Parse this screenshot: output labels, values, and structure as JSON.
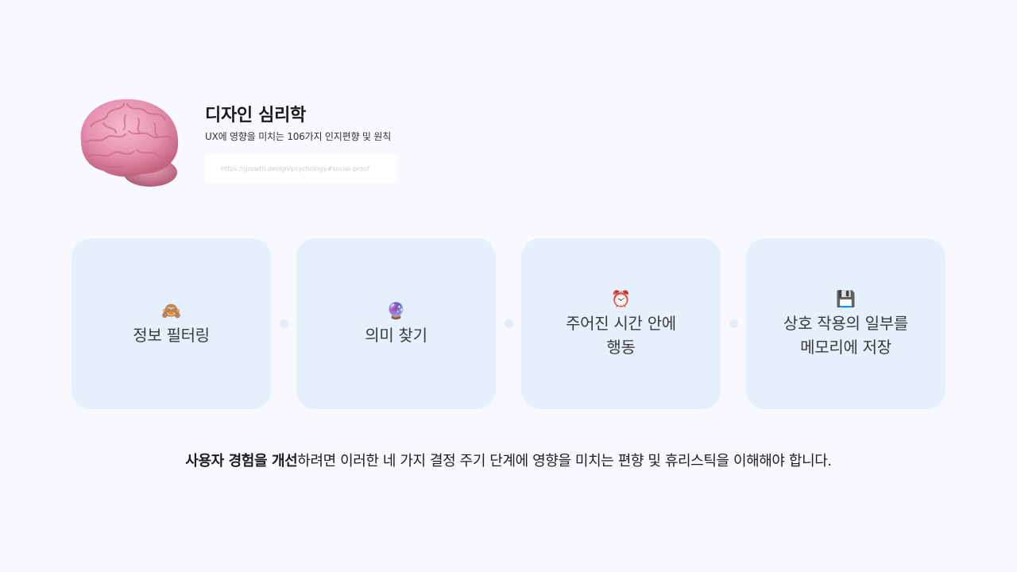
{
  "header": {
    "title": "디자인 심리학",
    "subtitle": "UX에 영향을 미치는 106가지 인지편향 및 원칙",
    "url": "https://growth.design/psychology#social-proof",
    "logo_icon": "brain-icon"
  },
  "stages": [
    {
      "icon": "🙈",
      "icon_name": "see-no-evil-monkey-icon",
      "label": "정보 필터링"
    },
    {
      "icon": "🔮",
      "icon_name": "crystal-ball-icon",
      "label": "의미 찾기"
    },
    {
      "icon": "⏰",
      "icon_name": "alarm-clock-icon",
      "label_line1": "주어진 시간 안에",
      "label_line2": "행동"
    },
    {
      "icon": "💾",
      "icon_name": "floppy-disk-icon",
      "label_line1": "상호 작용의 일부를",
      "label_line2": "메모리에 저장"
    }
  ],
  "footer": {
    "bold": "사용자 경험을 개선",
    "rest": "하려면 이러한 네 가지 결정 주기 단계에 영향을 미치는 편향 및 휴리스틱을 이해해야 합니다."
  },
  "colors": {
    "background": "#f7f9fe",
    "card": "#e6f0fc",
    "connector_dot": "#e2ebf8"
  }
}
